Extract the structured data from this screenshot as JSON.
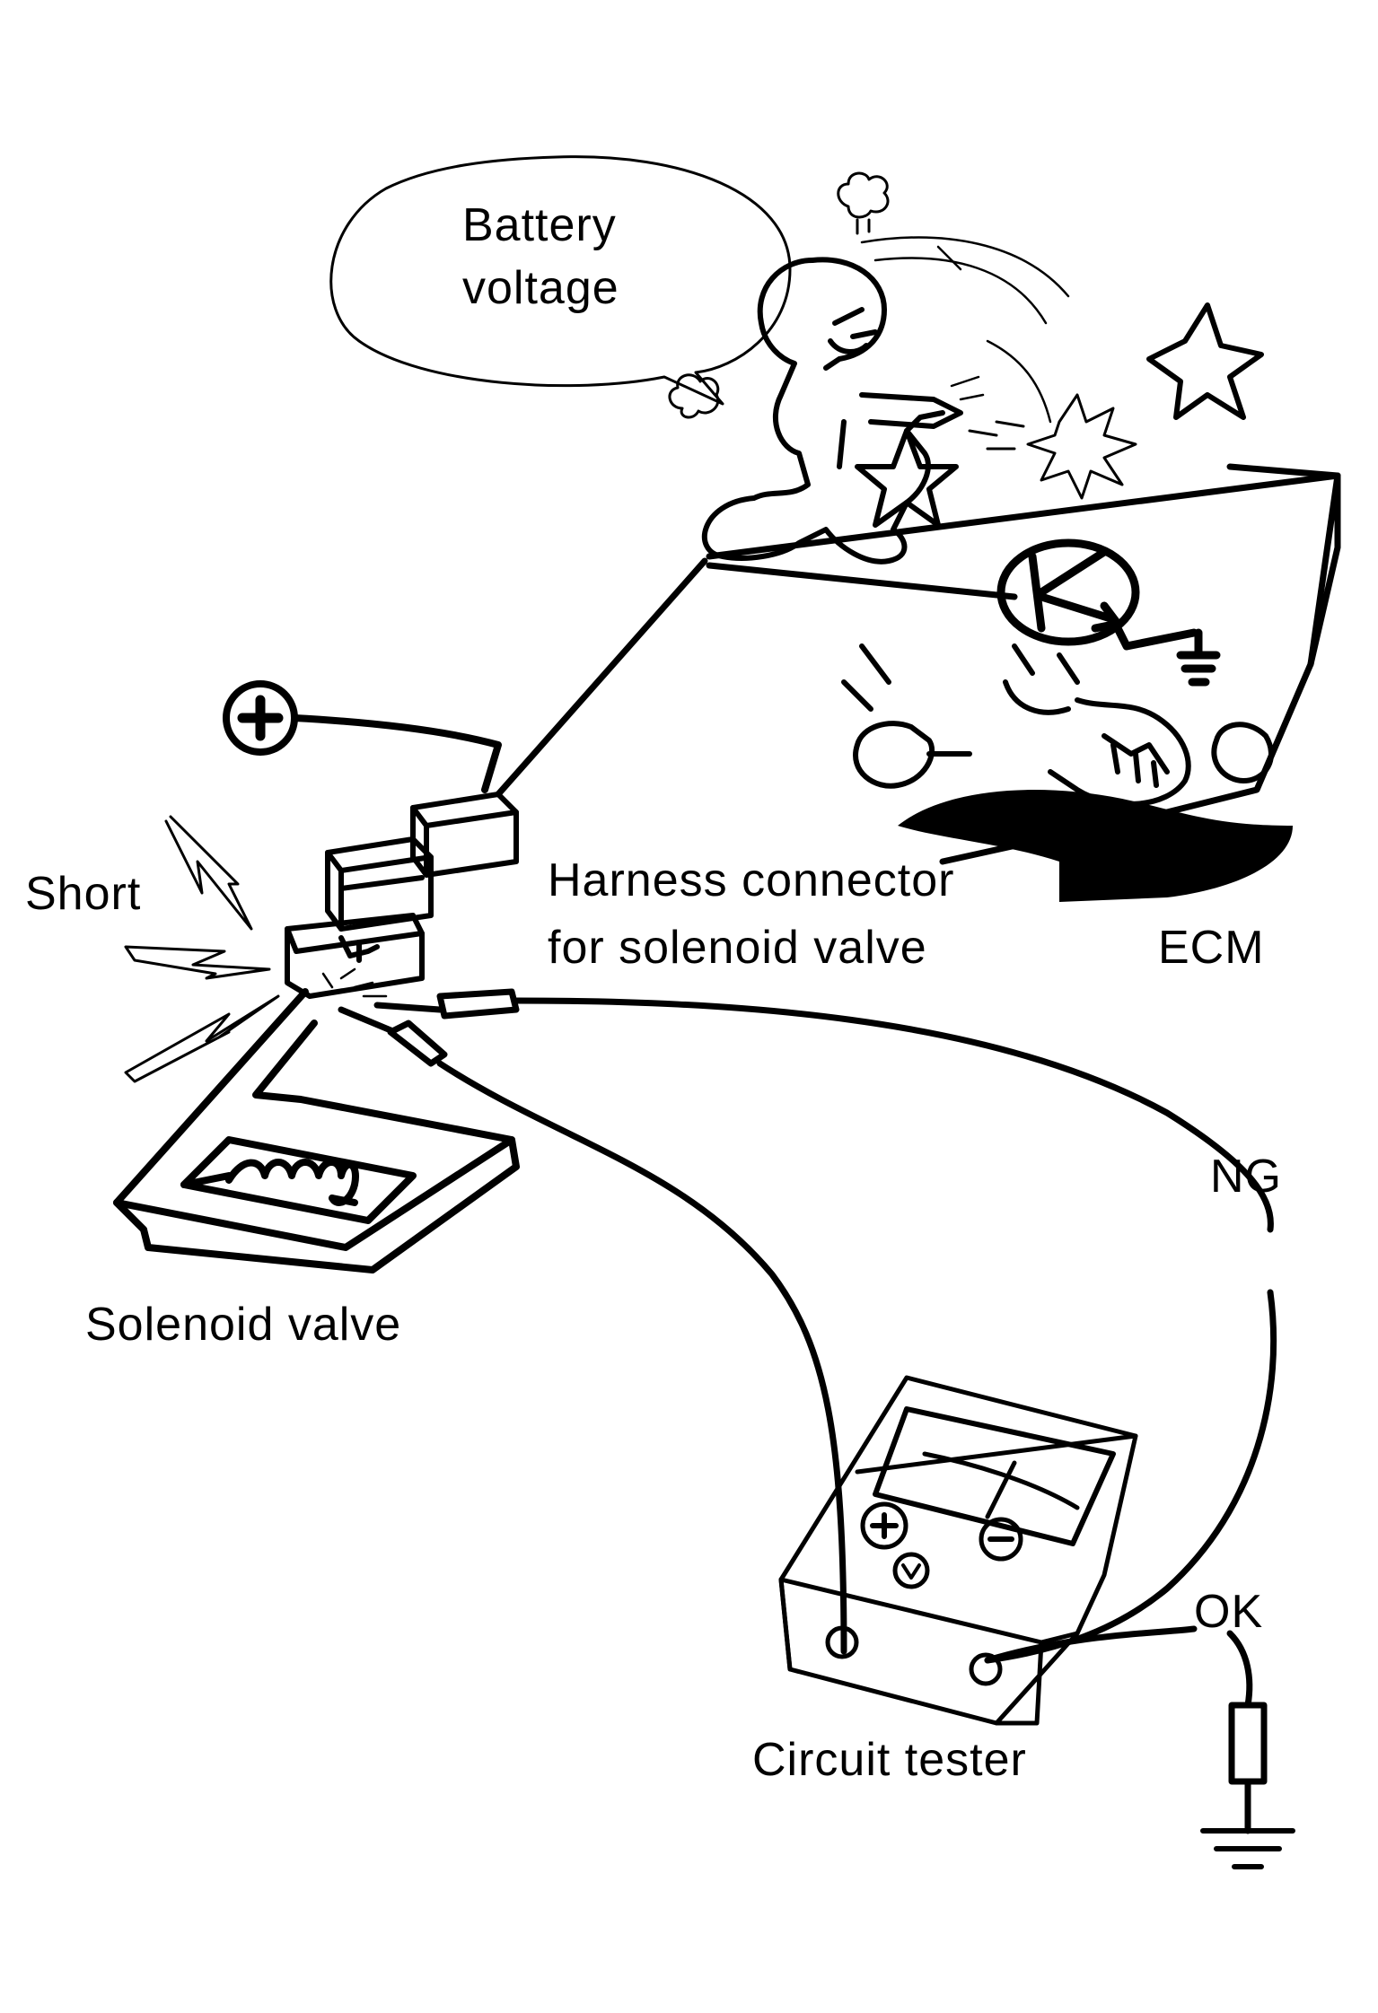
{
  "labels": {
    "bubble_line1": "Battery",
    "bubble_line2": "voltage",
    "short": "Short",
    "harness_line1": "Harness connector",
    "harness_line2": "for solenoid valve",
    "ecm": "ECM",
    "solenoid": "Solenoid valve",
    "ng": "NG",
    "ok": "OK",
    "tester": "Circuit tester"
  },
  "colors": {
    "ink": "#000000",
    "paper": "#ffffff"
  }
}
